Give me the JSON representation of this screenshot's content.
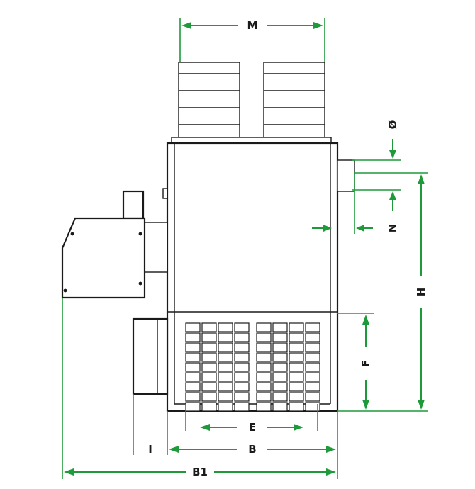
{
  "colors": {
    "dimension": "#1f9a3a",
    "outline": "#1a1a1a",
    "background": "#ffffff"
  },
  "dimensions": {
    "M": "M",
    "diameter": "Ø",
    "N": "N",
    "H": "H",
    "F": "F",
    "E": "E",
    "I": "I",
    "B": "B",
    "B1": "B1"
  }
}
